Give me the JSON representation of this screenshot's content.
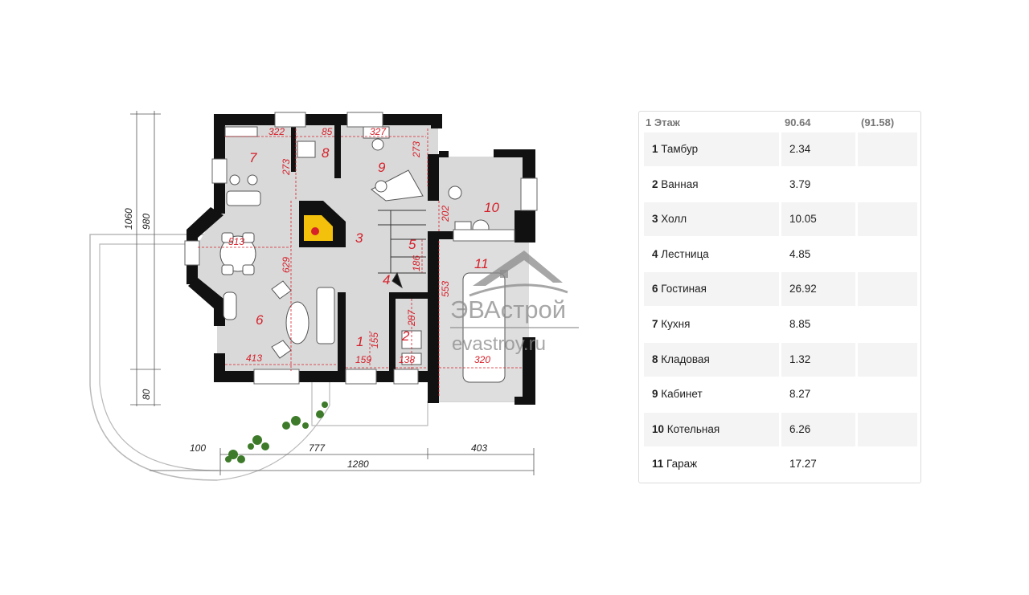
{
  "plan": {
    "rooms": [
      {
        "id": "room-1",
        "label": "1"
      },
      {
        "id": "room-2",
        "label": "2"
      },
      {
        "id": "room-3",
        "label": "3"
      },
      {
        "id": "room-4",
        "label": "4"
      },
      {
        "id": "room-5",
        "label": "5"
      },
      {
        "id": "room-6",
        "label": "6"
      },
      {
        "id": "room-7",
        "label": "7"
      },
      {
        "id": "room-8",
        "label": "8"
      },
      {
        "id": "room-9",
        "label": "9"
      },
      {
        "id": "room-10",
        "label": "10"
      },
      {
        "id": "room-11",
        "label": "11"
      }
    ],
    "dims": {
      "d322": "322",
      "d85": "85",
      "d327": "327",
      "d273a": "273",
      "d273b": "273",
      "d513": "513",
      "d629": "629",
      "d202": "202",
      "d186": "186",
      "d553": "553",
      "d287": "287",
      "d155": "155",
      "d413": "413",
      "d159": "159",
      "d138": "138",
      "d320": "320"
    },
    "outer": {
      "h1060": "1060",
      "h980": "980",
      "h80": "80",
      "w100": "100",
      "w777": "777",
      "w403": "403",
      "w1280": "1280"
    },
    "watermark": {
      "name": "ЭВАстрой",
      "site": "evastroy.ru"
    }
  },
  "table": {
    "floor": "1 Этаж",
    "total": "90.64",
    "total_alt": "(91.58)",
    "rows": [
      {
        "num": "1",
        "name": "Тамбур",
        "area": "2.34"
      },
      {
        "num": "2",
        "name": "Ванная",
        "area": "3.79"
      },
      {
        "num": "3",
        "name": "Холл",
        "area": "10.05"
      },
      {
        "num": "4",
        "name": "Лестница",
        "area": "4.85"
      },
      {
        "num": "6",
        "name": "Гостиная",
        "area": "26.92"
      },
      {
        "num": "7",
        "name": "Кухня",
        "area": "8.85"
      },
      {
        "num": "8",
        "name": "Кладовая",
        "area": "1.32"
      },
      {
        "num": "9",
        "name": "Кабинет",
        "area": "8.27"
      },
      {
        "num": "10",
        "name": "Котельная",
        "area": "6.26"
      },
      {
        "num": "11",
        "name": "Гараж",
        "area": "17.27"
      }
    ]
  },
  "colors": {
    "floor": "#d9d9d9",
    "wall": "#111111",
    "label": "#d6202a",
    "fireplace": "#f3c10b"
  }
}
